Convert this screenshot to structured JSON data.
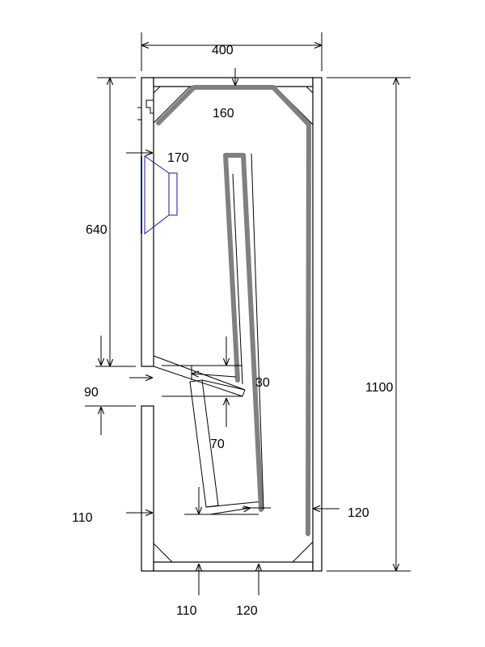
{
  "dimensions": {
    "top_width": "400",
    "top_damping": "160",
    "driver": "170",
    "upper_height": "640",
    "port_offset": "30",
    "port_height": "90",
    "inner_gap": "70",
    "total_height": "1100",
    "bottom_left": "110",
    "right_side": "120",
    "bottom_110": "110",
    "bottom_120": "120"
  },
  "colors": {
    "line": "#000000",
    "damping": "#808080",
    "driver": "#1a1a8c"
  }
}
